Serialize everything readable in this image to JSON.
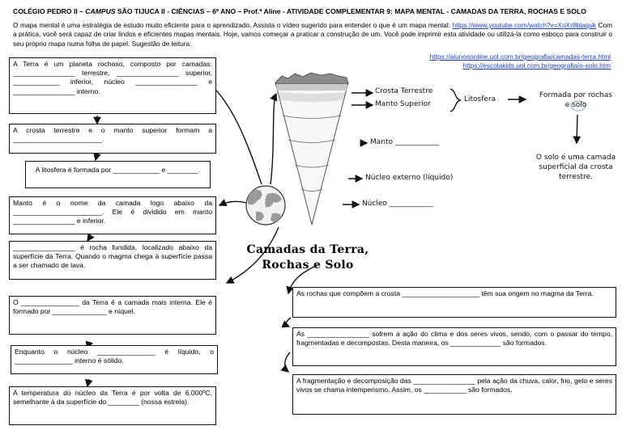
{
  "header": {
    "prefix": "COLÉGIO PEDRO II – ",
    "campus": "CAMPUS",
    "suffix": " SÃO TIJUCA II - CIÊNCIAS – 6º ANO – Prof.ª Aline -  ATIVIDADE COMPLEMENTAR 9: MAPA MENTAL - CAMADAS DA TERRA, ROCHAS E SOLO"
  },
  "intro": {
    "text1": "O mapa mental é uma estratégia de estudo muito eficiente para o aprendizado. Assista o vídeo sugerido para entender o que é um mapa mental: ",
    "video_link": "https://www.youtube.com/watch?v=XoXr8blaquk",
    "text2": " Com a prática, você será capaz de criar lindos e eficientes mapas mentais. Hoje, vamos começar a praticar a construção de um. Você pode imprimir esta atividade ou utilizá-la como esboço para construir o seu próprio mapa numa folha de papel. Sugestão de leitura:",
    "link1": "https://alunosonline.uol.com.br/geografia/camadas-terra.html",
    "link2": "https://escolakids.uol.com.br/geografia/o-solo.htm"
  },
  "left_boxes": {
    "b1": "A Terra é um planeta rochoso, composto por camadas: ________________ terrestre, ________________ superior, ____________ inferior, núcleo ________________ e ________________ interno.",
    "b2": "A crosta terrestre e o manto superior formam a _______________________.",
    "b3": "A litosfera é formada por ____________ e ________.",
    "b4": "Manto é o nome da camada logo abaixo da _______________________. Ele é dividido em manto ________________ e inferior.",
    "b5": "________________ é rocha fundida, localizado abaixo da superfície da Terra. Quando o magma chega à superfície passa a ser chamado de lava.",
    "b6": "O _______________ da Terra é a camada mais interna. Ele é formado por ______________ e níquel.",
    "b7": "Enquanto o núcleo _______________ é líquido, o _______________ interno é sólido.",
    "b8": "A temperatura do núcleo da Terra é por volta de 6.000ºC, semelhante à da superfície do ________ (nossa estrela)."
  },
  "diagram": {
    "crosta": "Crosta Terrestre",
    "manto_superior": "Manto Superior",
    "litosfera": "Litosfera",
    "formada": "Formada por rochas",
    "e_solo_pre": "e ",
    "solo": "solo",
    "solo_def": "O solo é uma camada superficial da crosta terrestre.",
    "manto": "Manto ____________",
    "nucleo_externo": "Núcleo externo (líquido)",
    "nucleo": "Núcleo ____________"
  },
  "title": {
    "line1": "Camadas da Terra,",
    "line2": "Rochas e Solo"
  },
  "right_boxes": {
    "r1": "As rochas que compõem a crosta ____________________ têm sua origem no magma da Terra.",
    "r2": "As ________________ sofrem a ação do clima e dos seres vivos, sendo, com o passar do tempo, fragmentadas e decompostas. Desta maneira, os _____________ são formados.",
    "r3": "A fragmentação e decomposição das ________________ pela ação da chuva, calor, frio, gelo e seres vivos se chama intemperismo. Assim, os ___________ são formados."
  }
}
